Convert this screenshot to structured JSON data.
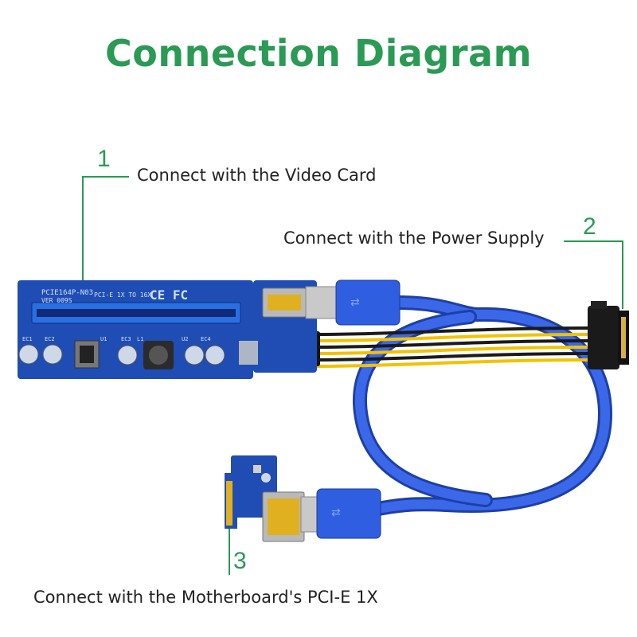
{
  "title": "Connection Diagram",
  "callouts": [
    {
      "number": "1",
      "label": "Connect with the Video Card"
    },
    {
      "number": "2",
      "label": "Connect with the Power Supply"
    },
    {
      "number": "3",
      "label": "Connect with the Motherboard's PCI-E 1X"
    }
  ],
  "board": {
    "model": "PCIE164P-N03",
    "version": "VER 009S",
    "spec": "PCI-E 1X TO 16X",
    "marks": "CE FC",
    "components": [
      "EC1",
      "EC2",
      "U1",
      "EC3",
      "L1",
      "U2",
      "EC4"
    ]
  },
  "colors": {
    "accent": "#2a9a55",
    "pcb": "#1f4db3",
    "cable": "#2a55d6",
    "gold": "#e0b020",
    "yellow_wire": "#f2c200",
    "black_wire": "#1a1a1a"
  }
}
